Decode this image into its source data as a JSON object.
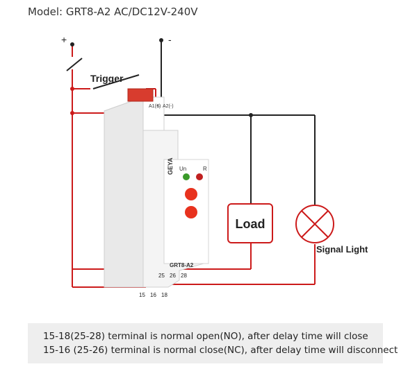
{
  "header": {
    "model_text": "Model: GRT8-A2 AC/DC12V-240V"
  },
  "supply": {
    "plus": "+",
    "minus": "-"
  },
  "trigger_label": "Trigger",
  "device": {
    "brand": "GEYA",
    "model": "GRT8-A2",
    "model_small": "GRT8-A2",
    "led_labels": [
      "Un",
      "R"
    ],
    "top_terminals": [
      "A1(+)",
      "S",
      "A2(-)"
    ],
    "bottom_terminals_front": [
      "25",
      "26",
      "28"
    ],
    "bottom_terminals_rear": [
      "15",
      "16",
      "18"
    ]
  },
  "load_label": "Load",
  "signal_light_label": "Signal Light",
  "notes": [
    "15-18(25-28) terminal is normal open(NO), after delay time will close",
    "15-16 (25-26) terminal is normal close(NC), after delay time will disconnect"
  ],
  "colors": {
    "wire_red": "#cc1a1a",
    "wire_black": "#222222",
    "knob": "#e8321e"
  }
}
